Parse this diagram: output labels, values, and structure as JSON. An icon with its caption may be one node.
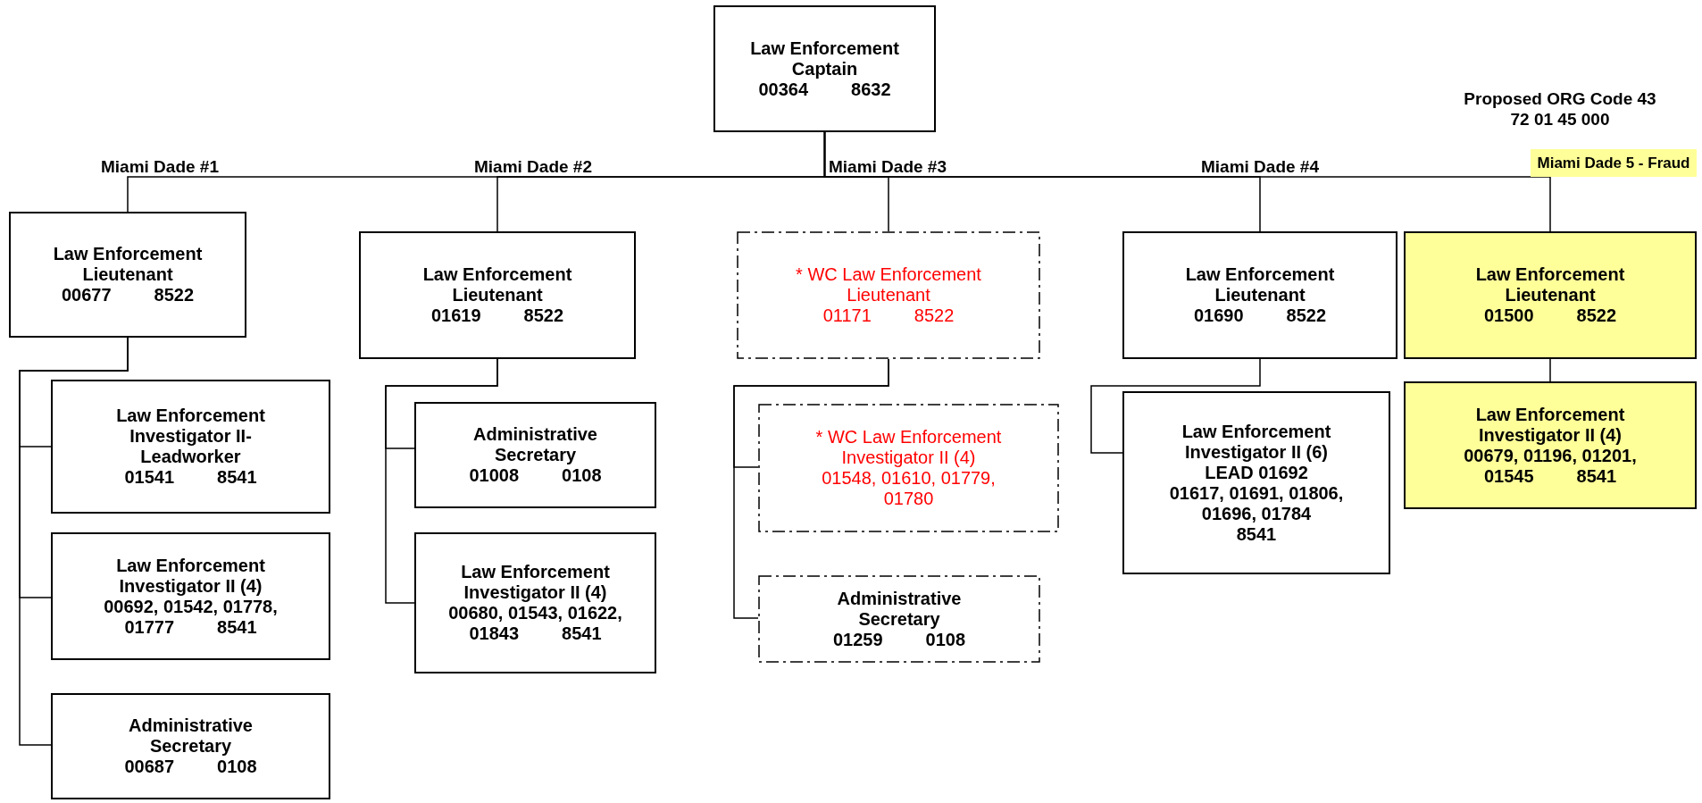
{
  "diagram": {
    "nodes": [
      {
        "text": [
          "Law Enforcement Captain",
          "00364",
          "8632"
        ]
      },
      {
        "text": [
          "Law Enforcement Lieutenant",
          "00677",
          "8522"
        ]
      },
      {
        "text": [
          "Law Enforcement Lieutenant",
          "01619",
          "8522"
        ]
      },
      {
        "text": [
          "* WC Law Enforcement Lieutenant",
          "01171",
          "8522"
        ]
      },
      {
        "text": [
          "Law Enforcement Lieutenant",
          "01690",
          "8522"
        ]
      },
      {
        "text": [
          "Miami Dade 5 - Fraud"
        ]
      },
      {
        "text": [
          "Law Enforcement Lieutenant",
          "01500",
          "8522"
        ]
      },
      {
        "text": [
          "Law Enforcement Investigator II- Leadworker",
          "01541",
          "8541"
        ]
      },
      {
        "text": [
          "Law Enforcement Investigator II (4)",
          "00692, 01542, 01778, 01777",
          "8541"
        ]
      },
      {
        "text": [
          "Administrative Secretary",
          "00687",
          "0108"
        ]
      },
      {
        "text": [
          "Administrative Secretary",
          "01008",
          "0108"
        ]
      },
      {
        "text": [
          "Law Enforcement Investigator II (4)",
          "00680, 01543, 01622, 01843",
          "8541"
        ]
      },
      {
        "text": [
          "* WC Law Enforcement Investigator II (4)",
          "01548,  01610, 01779, 01780"
        ]
      },
      {
        "text": [
          "Administrative Secretary",
          "01259",
          "0108"
        ]
      },
      {
        "text": [
          "Law Enforcement Investigator II (6)",
          "LEAD 01692",
          "01617, 01691, 01806, 01696, 01784",
          "8541"
        ]
      },
      {
        "text": [
          "Law Enforcement Investigator II (4)",
          "00679, 01196, 01201, 01545",
          "8541"
        ]
      }
    ],
    "edges": [
      {
        "from": 0,
        "to": 1,
        "arrow": "none"
      },
      {
        "from": 0,
        "to": 2,
        "arrow": "none"
      },
      {
        "from": 0,
        "to": 3,
        "arrow": "none"
      },
      {
        "from": 0,
        "to": 4,
        "arrow": "none"
      },
      {
        "from": 0,
        "to": 6,
        "arrow": "none"
      },
      {
        "from": 1,
        "to": 7,
        "arrow": "none"
      },
      {
        "from": 1,
        "to": 8,
        "arrow": "none"
      },
      {
        "from": 1,
        "to": 9,
        "arrow": "none"
      },
      {
        "from": 2,
        "to": 10,
        "arrow": "none"
      },
      {
        "from": 2,
        "to": 11,
        "arrow": "none"
      },
      {
        "from": 3,
        "to": 12,
        "arrow": "none"
      },
      {
        "from": 3,
        "to": 13,
        "arrow": "none"
      },
      {
        "from": 4,
        "to": 14,
        "arrow": "none"
      },
      {
        "from": 6,
        "to": 15,
        "arrow": "none"
      }
    ],
    "labels": [
      "Proposed ORG Code 43 72 01 45 000",
      "Miami Dade #1",
      "Miami Dade #2",
      "Miami Dade #3",
      "Miami Dade #4"
    ]
  }
}
